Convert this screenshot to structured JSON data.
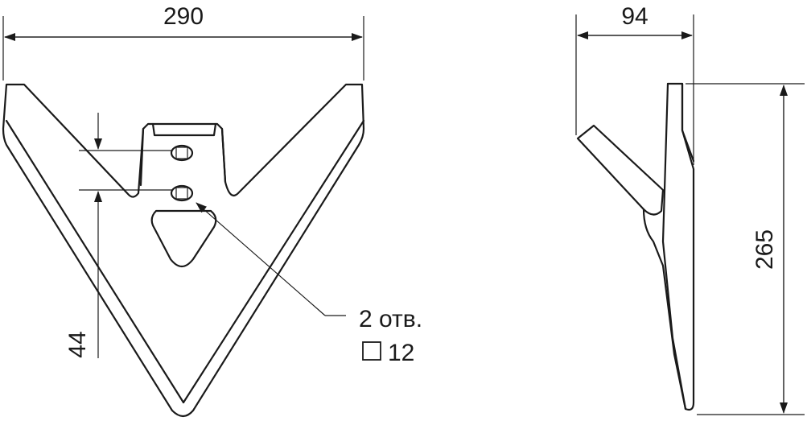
{
  "dimensions": {
    "width": "290",
    "depth": "94",
    "height": "265",
    "hole_offset": "44"
  },
  "holes": {
    "count_label": "2 отв.",
    "size_label": "12",
    "size_symbol": "square"
  },
  "colors": {
    "line": "#1a1a1a",
    "background": "#ffffff"
  }
}
